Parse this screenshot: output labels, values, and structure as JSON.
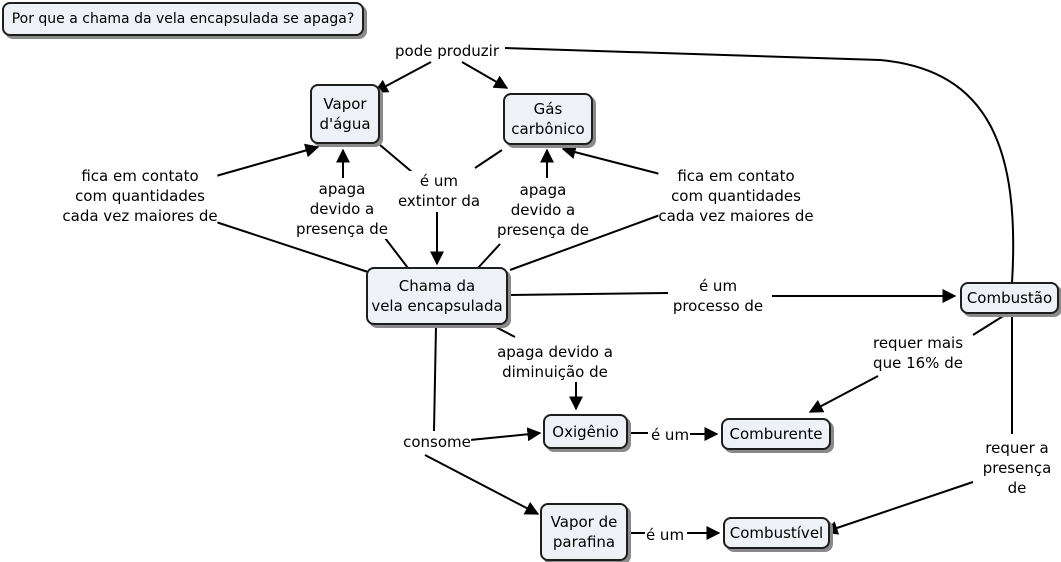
{
  "title": "Por que a chama da vela encapsulada se apaga?",
  "nodes": {
    "vapor_agua": "Vapor\nd'água",
    "gas_carbonico": "Gás\ncarbônico",
    "chama": "Chama da\nvela encapsulada",
    "combustao": "Combustão",
    "oxigenio": "Oxigênio",
    "comburente": "Comburente",
    "vapor_parafina": "Vapor de\nparafina",
    "combustivel": "Combustível"
  },
  "links": {
    "pode_produzir": "pode produzir",
    "contato_left": "fica em contato\ncom quantidades\ncada vez maiores de",
    "contato_right": "fica em contato\ncom quantidades\ncada vez maiores de",
    "apaga_left": "apaga\ndevido a\npresença de",
    "apaga_right": "apaga\ndevido a\npresença de",
    "extintor": "é um\nextintor da",
    "processo": "é um\nprocesso de",
    "diminuicao": "apaga devido a\ndiminuição de",
    "requer_mais": "requer mais\nque 16% de",
    "consome": "consome",
    "e_um_oxi": "é um",
    "e_um_vap": "é um",
    "requer_presenca": "requer a\npresença de"
  }
}
